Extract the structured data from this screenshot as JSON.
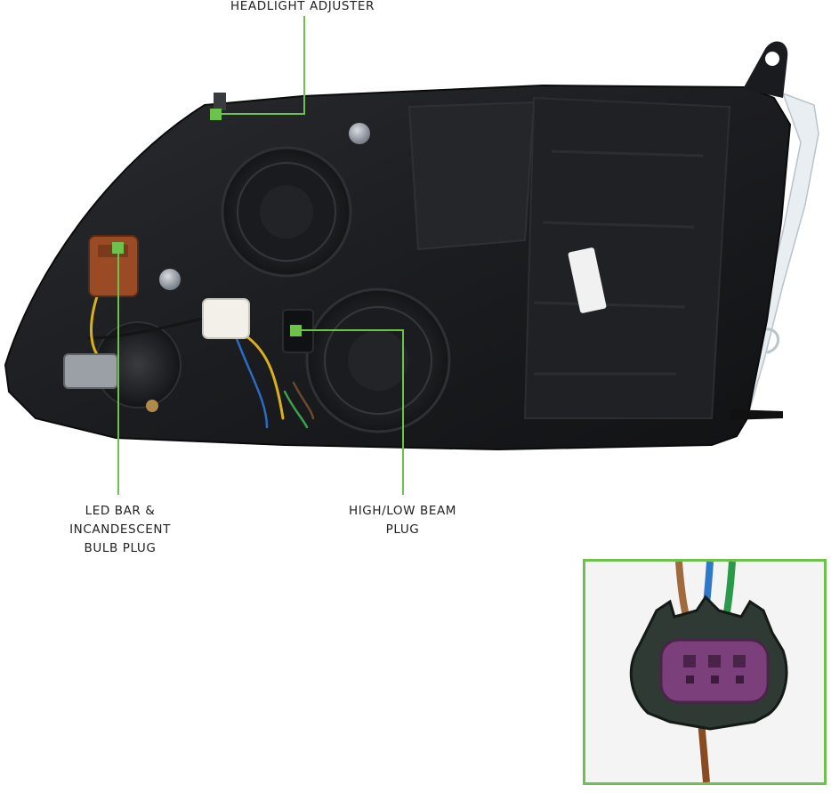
{
  "callouts": {
    "headlight_adjuster": {
      "lines": [
        "HEADLIGHT ADJUSTER"
      ]
    },
    "led_bar_plug": {
      "lines": [
        "LED BAR &",
        "INCANDESCENT",
        "BULB PLUG"
      ]
    },
    "high_low_beam_plug": {
      "lines": [
        "HIGH/LOW BEAM",
        "PLUG"
      ]
    }
  },
  "colors": {
    "accent": "#6cc24a",
    "housing": "#1c1d20",
    "connector_pins": "#7b3f7c",
    "plug_brown": "#9a4a25",
    "plug_white": "#f2f0e8"
  },
  "icons": {
    "marker": "green-square-marker"
  }
}
